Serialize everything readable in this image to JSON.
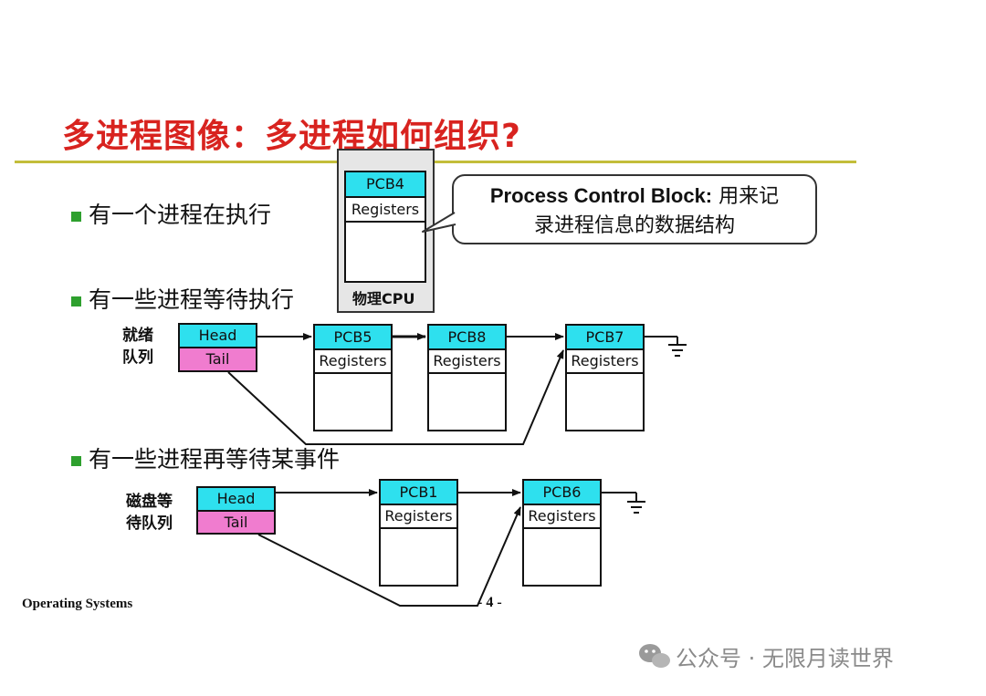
{
  "title": "多进程图像：多进程如何组织?",
  "bullets": [
    "有一个进程在执行",
    "有一些进程等待执行",
    "有一些进程再等待某事件"
  ],
  "cpu": {
    "pcb": "PCB4",
    "registers": "Registers",
    "label": "物理CPU"
  },
  "callout": {
    "bold": "Process Control Block:",
    "line1_rest": " 用来记",
    "line2": "录进程信息的数据结构"
  },
  "ready_queue": {
    "label_line1": "就绪",
    "label_line2": "队列",
    "head": "Head",
    "tail": "Tail",
    "pcbs": [
      {
        "name": "PCB5",
        "registers": "Registers"
      },
      {
        "name": "PCB8",
        "registers": "Registers"
      },
      {
        "name": "PCB7",
        "registers": "Registers"
      }
    ]
  },
  "disk_queue": {
    "label_line1": "磁盘等",
    "label_line2": "待队列",
    "head": "Head",
    "tail": "Tail",
    "pcbs": [
      {
        "name": "PCB1",
        "registers": "Registers"
      },
      {
        "name": "PCB6",
        "registers": "Registers"
      }
    ]
  },
  "footer": "Operating Systems",
  "page_number": "- 4 -",
  "watermark": "公众号 · 无限月读世界",
  "colors": {
    "title": "#d8231f",
    "rule": "#c3bd3a",
    "pcb_header": "#2ee0ee",
    "tail": "#f07ccf",
    "bullet": "#2ea02e"
  }
}
